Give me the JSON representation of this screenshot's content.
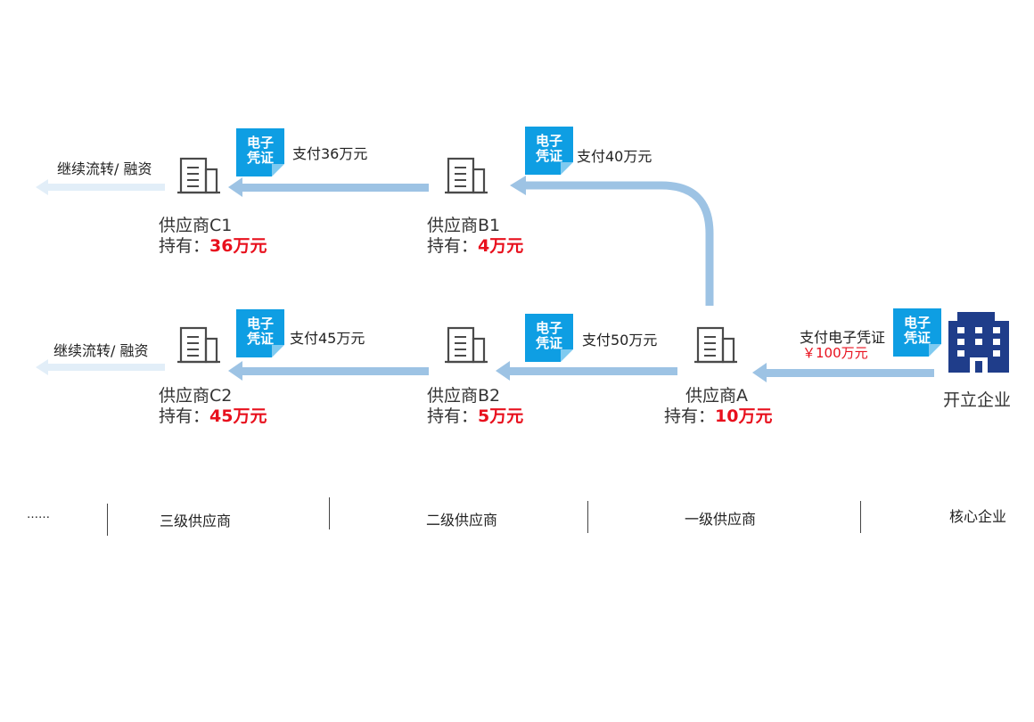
{
  "badge_text": {
    "line1": "电子",
    "line2": "凭证"
  },
  "hold_prefix": "持有：",
  "suppliers": {
    "c1": {
      "name": "供应商C1",
      "amount": "36万元"
    },
    "c2": {
      "name": "供应商C2",
      "amount": "45万元"
    },
    "b1": {
      "name": "供应商B1",
      "amount": "4万元"
    },
    "b2": {
      "name": "供应商B2",
      "amount": "5万元"
    },
    "a": {
      "name": "供应商A",
      "amount": "10万元"
    }
  },
  "core": {
    "name": "开立企业"
  },
  "payments": {
    "b1_to_c1": "支付36万元",
    "a_to_b1": "支付40万元",
    "b2_to_c2": "支付45万元",
    "a_to_b2": "支付50万元",
    "core_to_a": "支付电子凭证",
    "core_to_a_amount": "￥100万元"
  },
  "continue_label": "继续流转/ 融资",
  "tiers": {
    "more": "……",
    "tier3": "三级供应商",
    "tier2": "二级供应商",
    "tier1": "一级供应商",
    "core": "核心企业"
  },
  "colors": {
    "arrow": "#9dc3e4",
    "arrow_faded": "#e2eef8",
    "badge": "#0e9ee3",
    "amount": "#e8101d",
    "icon": "#4a4a4a",
    "core_icon": "#1f3d8a"
  }
}
